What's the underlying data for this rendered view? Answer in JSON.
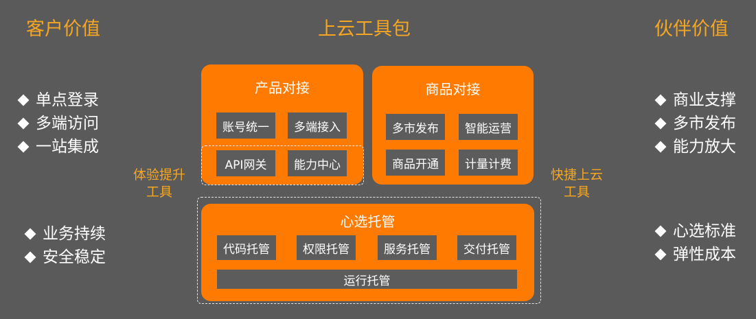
{
  "headings": {
    "left": "客户价值",
    "center": "上云工具包",
    "right": "伙伴价值"
  },
  "left_values": {
    "group1": [
      "单点登录",
      "多端访问",
      "一站集成"
    ],
    "group2": [
      "业务持续",
      "安全稳定"
    ]
  },
  "right_values": {
    "group1": [
      "商业支撑",
      "多市发布",
      "能力放大"
    ],
    "group2": [
      "心选标准",
      "弹性成本"
    ]
  },
  "side_labels": {
    "left": [
      "体验提升",
      "工具"
    ],
    "right": [
      "快捷上云",
      "工具"
    ]
  },
  "panels": {
    "product": {
      "title": "产品对接",
      "items": [
        "账号统一",
        "多端接入",
        "API网关",
        "能力中心"
      ]
    },
    "goods": {
      "title": "商品对接",
      "items": [
        "多市发布",
        "智能运营",
        "商品开通",
        "计量计费"
      ]
    },
    "managed": {
      "title": "心选托管",
      "items": [
        "代码托管",
        "权限托管",
        "服务托管",
        "交付托管"
      ],
      "bar": "运行托管"
    }
  },
  "colors": {
    "background": "#5a5a5a",
    "accent": "#ff7a00",
    "heading": "#f5a623",
    "chip": "#5c5c5c"
  }
}
